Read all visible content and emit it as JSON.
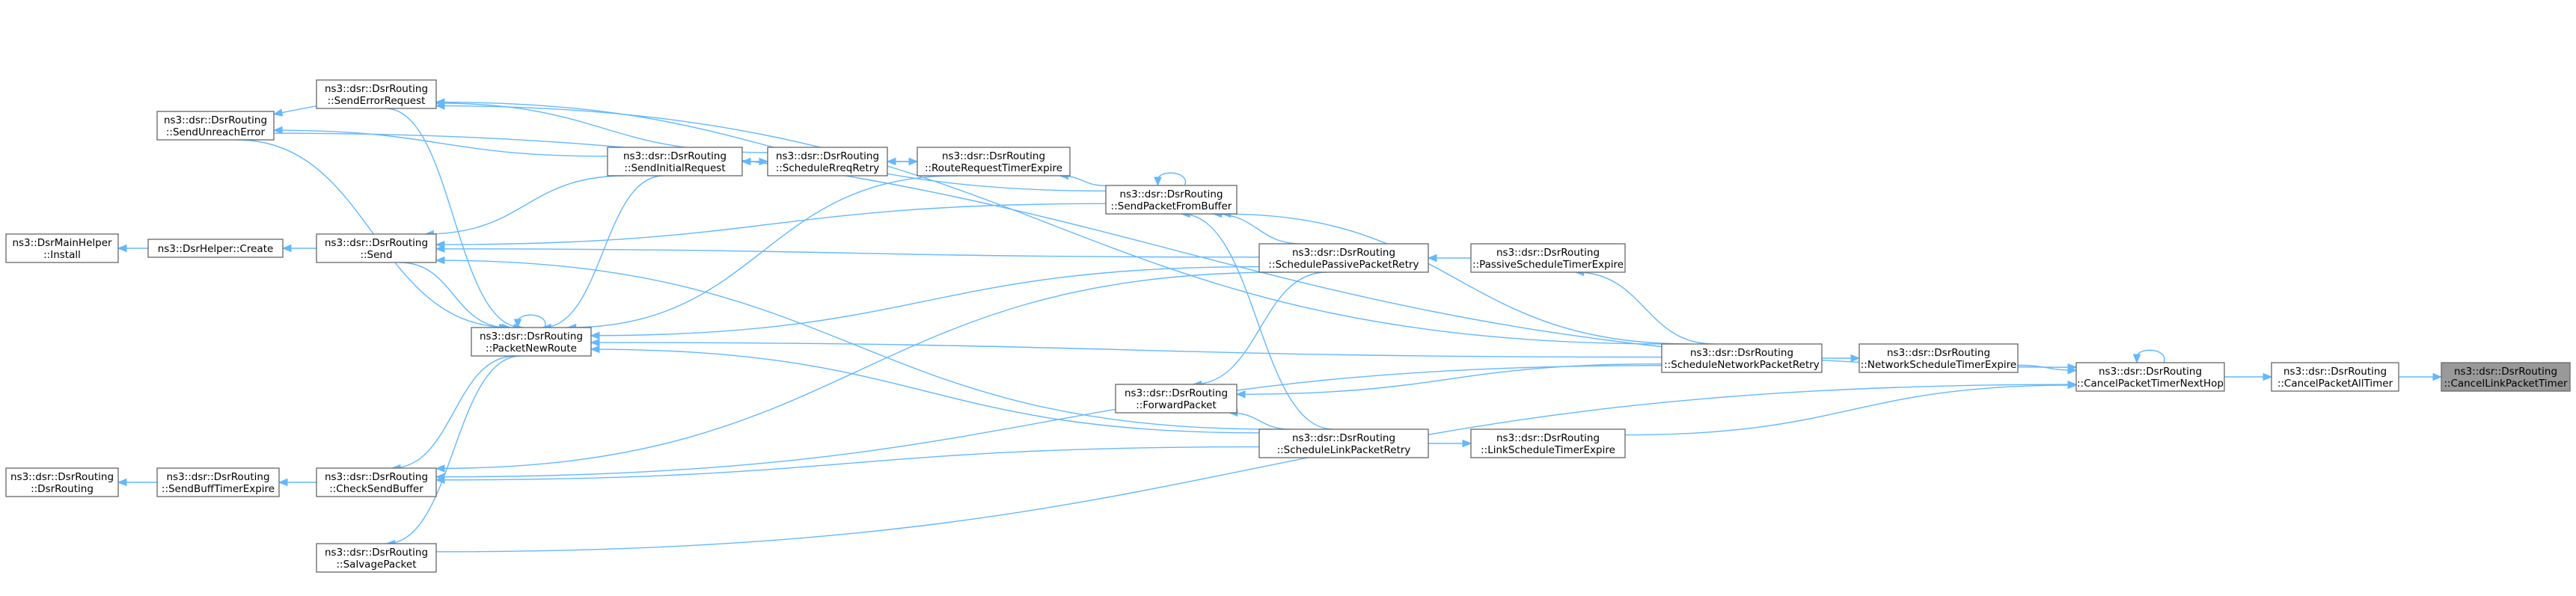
{
  "nodes": [
    {
      "id": "cancel_link",
      "lines": [
        "ns3::dsr::DsrRouting",
        "::CancelLinkPacketTimer"
      ],
      "highlight": true
    },
    {
      "id": "cancel_all",
      "lines": [
        "ns3::dsr::DsrRouting",
        "::CancelPacketAllTimer"
      ]
    },
    {
      "id": "cancel_next",
      "lines": [
        "ns3::dsr::DsrRouting",
        "::CancelPacketTimerNextHop"
      ]
    },
    {
      "id": "net_timer",
      "lines": [
        "ns3::dsr::DsrRouting",
        "::NetworkScheduleTimerExpire"
      ]
    },
    {
      "id": "sched_net",
      "lines": [
        "ns3::dsr::DsrRouting",
        "::ScheduleNetworkPacketRetry"
      ]
    },
    {
      "id": "passive_timer",
      "lines": [
        "ns3::dsr::DsrRouting",
        "::PassiveScheduleTimerExpire"
      ]
    },
    {
      "id": "link_timer",
      "lines": [
        "ns3::dsr::DsrRouting",
        "::LinkScheduleTimerExpire"
      ]
    },
    {
      "id": "sched_passive",
      "lines": [
        "ns3::dsr::DsrRouting",
        "::SchedulePassivePacketRetry"
      ]
    },
    {
      "id": "sched_link",
      "lines": [
        "ns3::dsr::DsrRouting",
        "::ScheduleLinkPacketRetry"
      ]
    },
    {
      "id": "forward",
      "lines": [
        "ns3::dsr::DsrRouting",
        "::ForwardPacket"
      ]
    },
    {
      "id": "send_buf",
      "lines": [
        "ns3::dsr::DsrRouting",
        "::SendPacketFromBuffer"
      ]
    },
    {
      "id": "rreq_timer",
      "lines": [
        "ns3::dsr::DsrRouting",
        "::RouteRequestTimerExpire"
      ]
    },
    {
      "id": "sched_rreq",
      "lines": [
        "ns3::dsr::DsrRouting",
        "::ScheduleRreqRetry"
      ]
    },
    {
      "id": "send_init",
      "lines": [
        "ns3::dsr::DsrRouting",
        "::SendInitialRequest"
      ]
    },
    {
      "id": "send_err",
      "lines": [
        "ns3::dsr::DsrRouting",
        "::SendErrorRequest"
      ]
    },
    {
      "id": "send_unreach",
      "lines": [
        "ns3::dsr::DsrRouting",
        "::SendUnreachError"
      ]
    },
    {
      "id": "send",
      "lines": [
        "ns3::dsr::DsrRouting",
        "::Send"
      ]
    },
    {
      "id": "pnr",
      "lines": [
        "ns3::dsr::DsrRouting",
        "::PacketNewRoute"
      ]
    },
    {
      "id": "check_buf",
      "lines": [
        "ns3::dsr::DsrRouting",
        "::CheckSendBuffer"
      ]
    },
    {
      "id": "salvage",
      "lines": [
        "ns3::dsr::DsrRouting",
        "::SalvagePacket"
      ]
    },
    {
      "id": "helper_create",
      "lines": [
        "ns3::DsrHelper::Create"
      ]
    },
    {
      "id": "main_install",
      "lines": [
        "ns3::DsrMainHelper",
        "::Install"
      ]
    },
    {
      "id": "buff_timer",
      "lines": [
        "ns3::dsr::DsrRouting",
        "::SendBuffTimerExpire"
      ]
    },
    {
      "id": "ctor",
      "lines": [
        "ns3::dsr::DsrRouting",
        "::DsrRouting"
      ]
    }
  ],
  "edges": [
    [
      "cancel_all",
      "cancel_link"
    ],
    [
      "cancel_next",
      "cancel_all"
    ],
    [
      "cancel_next",
      "cancel_next"
    ],
    [
      "net_timer",
      "cancel_next"
    ],
    [
      "link_timer",
      "cancel_next"
    ],
    [
      "sched_net",
      "net_timer"
    ],
    [
      "sched_net",
      "send_buf"
    ],
    [
      "sched_net",
      "pnr"
    ],
    [
      "sched_net",
      "forward"
    ],
    [
      "sched_net",
      "check_buf"
    ],
    [
      "sched_net",
      "send_err"
    ],
    [
      "sched_net",
      "passive_timer"
    ],
    [
      "passive_timer",
      "sched_passive"
    ],
    [
      "sched_passive",
      "send_buf"
    ],
    [
      "sched_passive",
      "send"
    ],
    [
      "sched_passive",
      "pnr"
    ],
    [
      "sched_passive",
      "forward"
    ],
    [
      "sched_passive",
      "check_buf"
    ],
    [
      "sched_link",
      "link_timer"
    ],
    [
      "sched_link",
      "send_buf"
    ],
    [
      "sched_link",
      "forward"
    ],
    [
      "sched_link",
      "pnr"
    ],
    [
      "sched_link",
      "send"
    ],
    [
      "sched_link",
      "check_buf"
    ],
    [
      "send_buf",
      "send_buf"
    ],
    [
      "send_buf",
      "rreq_timer"
    ],
    [
      "send_buf",
      "send"
    ],
    [
      "send_buf",
      "send_err"
    ],
    [
      "rreq_timer",
      "sched_rreq"
    ],
    [
      "rreq_timer",
      "pnr"
    ],
    [
      "sched_rreq",
      "rreq_timer"
    ],
    [
      "sched_rreq",
      "send_init"
    ],
    [
      "sched_rreq",
      "send_err"
    ],
    [
      "send_init",
      "sched_rreq"
    ],
    [
      "send_init",
      "send"
    ],
    [
      "send_init",
      "pnr"
    ],
    [
      "send_init",
      "send_unreach"
    ],
    [
      "send_err",
      "send_unreach"
    ],
    [
      "send_err",
      "pnr"
    ],
    [
      "send_unreach",
      "cancel_next"
    ],
    [
      "send_unreach",
      "pnr"
    ],
    [
      "send",
      "helper_create"
    ],
    [
      "send",
      "pnr"
    ],
    [
      "helper_create",
      "main_install"
    ],
    [
      "pnr",
      "pnr"
    ],
    [
      "pnr",
      "check_buf"
    ],
    [
      "pnr",
      "salvage"
    ],
    [
      "check_buf",
      "buff_timer"
    ],
    [
      "buff_timer",
      "ctor"
    ],
    [
      "salvage",
      "cancel_next"
    ]
  ]
}
